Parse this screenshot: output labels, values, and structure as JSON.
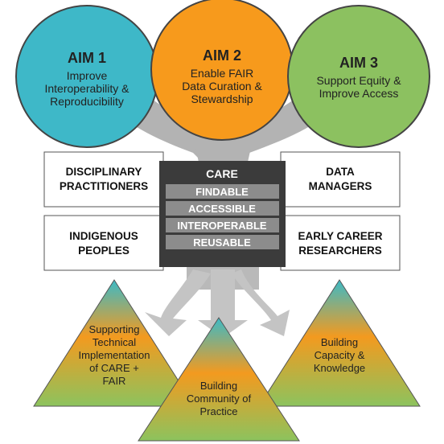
{
  "aims": [
    {
      "title": "AIM 1",
      "lines": [
        "Improve",
        "Interoperability &",
        "Reproducibility"
      ],
      "color": "#3eb8c8"
    },
    {
      "title": "AIM 2",
      "lines": [
        "Enable FAIR",
        "Data Curation &",
        "Stewardship"
      ],
      "color": "#f79a1c"
    },
    {
      "title": "AIM 3",
      "lines": [
        "Support Equity &",
        "Improve Access"
      ],
      "color": "#8cc160"
    }
  ],
  "stakeholders": {
    "top_left": [
      "DISCIPLINARY",
      "PRACTITIONERS"
    ],
    "bottom_left": [
      "INDIGENOUS",
      "PEOPLES"
    ],
    "top_right": [
      "DATA",
      "MANAGERS"
    ],
    "bottom_right": [
      "EARLY CAREER",
      "RESEARCHERS"
    ]
  },
  "principles": {
    "title": "CARE",
    "items": [
      "FINDABLE",
      "ACCESSIBLE",
      "INTEROPERABLE",
      "REUSABLE"
    ]
  },
  "outcomes": [
    {
      "lines": [
        "Supporting",
        "Technical",
        "Implementation",
        "of CARE +",
        "FAIR"
      ]
    },
    {
      "lines": [
        "Building",
        "Community of",
        "Practice"
      ]
    },
    {
      "lines": [
        "Building",
        "Capacity &",
        "Knowledge"
      ]
    }
  ],
  "colors": {
    "outline": "#444444",
    "arrow_gray": "#b3b3b3",
    "center_box": "#3b3b3b",
    "center_bar": "#8c8c8c",
    "pyramid_top": "#3cbac6",
    "pyramid_mid": "#f39a1f",
    "pyramid_bottom": "#8cc35e"
  }
}
